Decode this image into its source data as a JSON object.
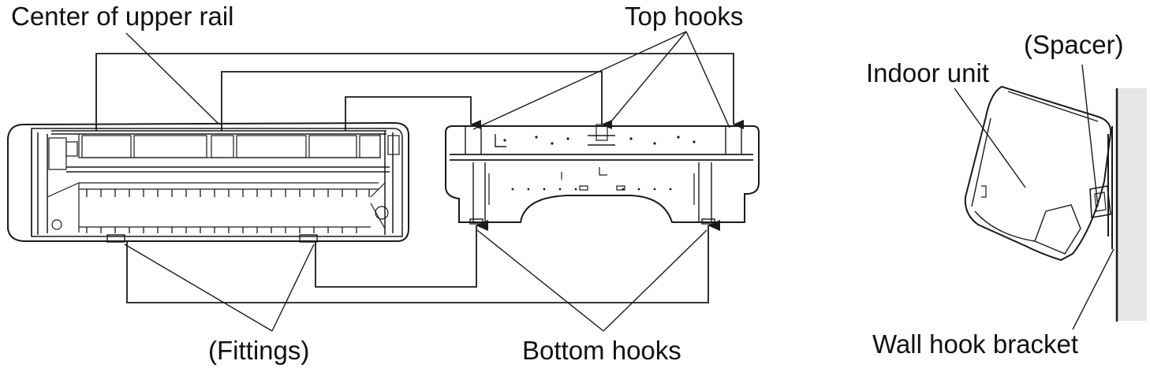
{
  "labels": {
    "center_upper_rail": "Center of upper rail",
    "top_hooks": "Top hooks",
    "spacer": "(Spacer)",
    "indoor_unit": "Indoor unit",
    "fittings": "(Fittings)",
    "bottom_hooks": "Bottom hooks",
    "wall_hook_bracket": "Wall hook bracket"
  },
  "colors": {
    "line": "#1a1a1a",
    "wall_fill": "#e6e6e6"
  }
}
